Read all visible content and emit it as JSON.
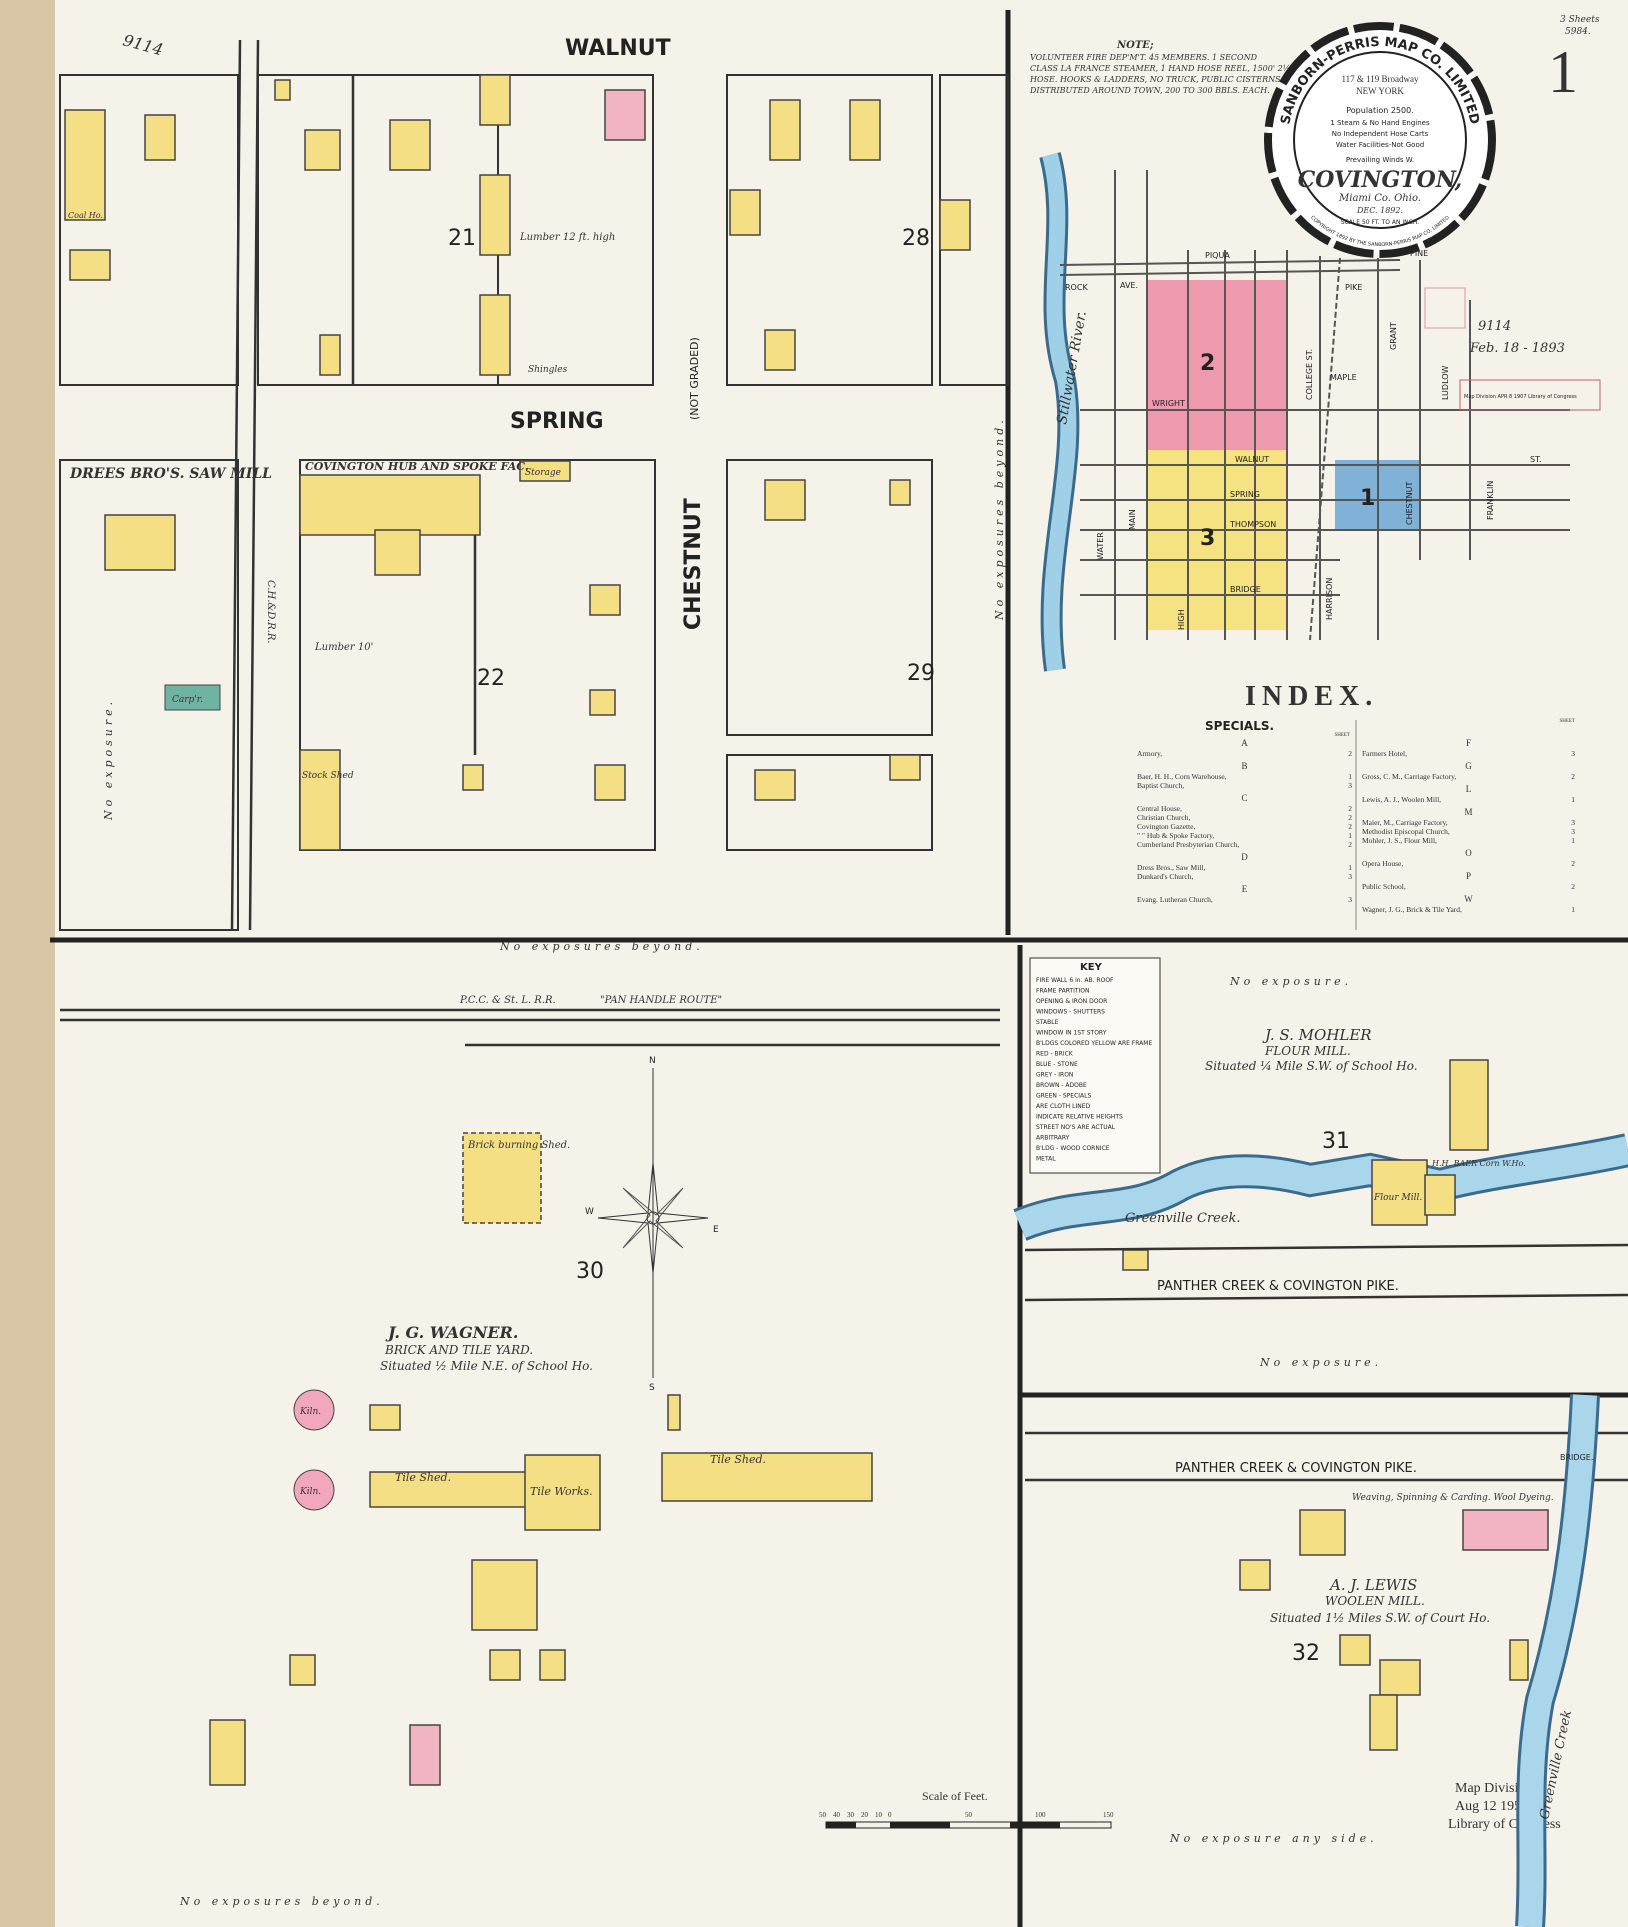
{
  "sheet": {
    "number": "1",
    "sheets_note": "3 Sheets",
    "sheet_code": "5984.",
    "handwritten_id": "9114"
  },
  "title": {
    "publisher_ring": "SANBORN-PERRIS MAP CO. LIMITED",
    "address": "117 & 119 Broadway",
    "city": "NEW YORK",
    "population": "Population 2500.",
    "engines": "1 Steam & No Hand Engines",
    "hose": "No Independent Hose Carts",
    "water": "Water Facilities-Not Good",
    "winds": "Prevailing Winds W.",
    "town": "COVINGTON,",
    "county": "Miami Co. Ohio.",
    "date": "DEC. 1892.",
    "scale": "SCALE 50 FT. TO AN INCH.",
    "copyright": "COPYRIGHT 1892 BY THE SANBORN-PERRIS MAP CO. LIMITED"
  },
  "note": {
    "heading": "NOTE;",
    "lines": [
      "VOLUNTEER FIRE DEP'M'T. 45 MEMBERS. 1 SECOND",
      "CLASS LA FRANCE STEAMER, 1 HAND HOSE REEL, 1500' 2½\"",
      "HOSE. HOOKS & LADDERS, NO TRUCK, PUBLIC CISTERNS",
      "DISTRIBUTED AROUND TOWN, 200 TO 300 BBLS. EACH."
    ]
  },
  "streets": {
    "walnut": "WALNUT",
    "spring": "SPRING",
    "chestnut": "CHESTNUT",
    "not_graded": "(NOT GRADED)",
    "railroad": "C.H.&D.R.R.",
    "pcc_rr": "P.C.C. & St. L. R.R.",
    "pan_handle": "\"PAN HANDLE ROUTE\"",
    "panther1": "PANTHER CREEK & COVINGTON PIKE.",
    "panther2": "PANTHER CREEK & COVINGTON PIKE.",
    "creek": "Greenville Creek.",
    "creek2": "Greenville Creek",
    "bridge": "BRIDGE."
  },
  "blocks": [
    "21",
    "28",
    "22",
    "29",
    "30",
    "31",
    "32"
  ],
  "places": {
    "drees": "DREES BRO'S. SAW MILL",
    "hub": "COVINGTON HUB AND SPOKE FAC.",
    "lumber1": "Lumber 12 ft. high",
    "lumber2": "Lumber 10'",
    "shingles": "Shingles",
    "stock_shed": "Stock Shed",
    "storage": "Storage",
    "coal": "Coal Ho.",
    "carp": "Carp'r.",
    "brick_shed": "Brick burning Shed.",
    "wagner_name": "J. G. WAGNER.",
    "wagner_desc": "BRICK AND TILE YARD.",
    "wagner_loc": "Situated ½ Mile N.E. of School Ho.",
    "tile_shed": "Tile Shed.",
    "tile_shed2": "Tile Shed.",
    "tile_works": "Tile Works.",
    "kiln": "Kiln.",
    "mohler_name": "J. S. MOHLER",
    "mohler_desc": "FLOUR MILL.",
    "mohler_loc": "Situated ¼ Mile S.W. of School Ho.",
    "flour_mill": "Flour Mill.",
    "baer": "H.H. BAER Corn W.Ho.",
    "lewis_name": "A. J. LEWIS",
    "lewis_desc": "WOOLEN MILL.",
    "lewis_loc": "Situated 1½ Miles S.W. of Court Ho.",
    "weaving": "Weaving, Spinning & Carding. Wool Dyeing."
  },
  "exposure": {
    "no_exposure": "No exposure.",
    "no_exposures_beyond": "No exposures beyond.",
    "no_exposure_any": "No exposure any side."
  },
  "keymap": {
    "sections": [
      "1",
      "2",
      "3"
    ],
    "river": "Stillwater River.",
    "streets": [
      "ROCK",
      "AVE.",
      "PIQUA",
      "PIKE",
      "WRIGHT",
      "ST.",
      "MAPLE",
      "WALNUT",
      "SPRING",
      "THOMPSON",
      "BRIDGE",
      "HIGH",
      "MAIN",
      "WATER",
      "COLLEGE ST.",
      "GRANT",
      "LUDLOW",
      "HARRISON",
      "CHESTNUT",
      "FRANKLIN",
      "PINE"
    ],
    "colors": {
      "1": "#7fb2d6",
      "2": "#ee8fa8",
      "3": "#f3e27a"
    }
  },
  "index": {
    "title": "INDEX.",
    "specials": "SPECIALS.",
    "sheet_hdr": "SHEET",
    "left": [
      {
        "letter": "A",
        "items": [
          [
            "Armory,",
            "2"
          ]
        ]
      },
      {
        "letter": "B",
        "items": [
          [
            "Baer, H. H., Corn Warehouse,",
            "1"
          ],
          [
            "Baptist Church,",
            "3"
          ]
        ]
      },
      {
        "letter": "C",
        "items": [
          [
            "Central House,",
            "2"
          ],
          [
            "Christian Church,",
            "2"
          ],
          [
            "Covington Gazette,",
            "2"
          ],
          [
            "\"  \"  Hub & Spoke Factory,",
            "1"
          ],
          [
            "Cumberland Presbyterian Church,",
            "2"
          ]
        ]
      },
      {
        "letter": "D",
        "items": [
          [
            "Dress Bros., Saw Mill,",
            "1"
          ],
          [
            "Dunkard's Church,",
            "3"
          ]
        ]
      },
      {
        "letter": "E",
        "items": [
          [
            "Evang. Lutheran Church,",
            "3"
          ]
        ]
      }
    ],
    "right": [
      {
        "letter": "F",
        "items": [
          [
            "Farmers Hotel,",
            "3"
          ]
        ]
      },
      {
        "letter": "G",
        "items": [
          [
            "Gross, C. M., Carriage Factory,",
            "2"
          ]
        ]
      },
      {
        "letter": "L",
        "items": [
          [
            "Lewis, A. J., Woolen Mill,",
            "1"
          ]
        ]
      },
      {
        "letter": "M",
        "items": [
          [
            "Maier, M., Carriage Factory,",
            "3"
          ],
          [
            "Methodist Episcopal Church,",
            "3"
          ],
          [
            "Mohler, J. S., Flour Mill,",
            "1"
          ]
        ]
      },
      {
        "letter": "O",
        "items": [
          [
            "Opera House,",
            "2"
          ]
        ]
      },
      {
        "letter": "P",
        "items": [
          [
            "Public School,",
            "2"
          ]
        ]
      },
      {
        "letter": "W",
        "items": [
          [
            "Wagner, J. G., Brick & Tile Yard,",
            "1"
          ]
        ]
      }
    ]
  },
  "key": {
    "title": "KEY",
    "rows": [
      "FIRE WALL 6 in. AB. ROOF",
      "FRAME PARTITION",
      "OPENING & IRON DOOR",
      "WINDOWS - SHUTTERS",
      "STABLE",
      "WINDOW IN 1ST STORY",
      "B'LDGS COLORED YELLOW ARE FRAME",
      "RED - BRICK",
      "BLUE - STONE",
      "GREY - IRON",
      "BROWN - ADOBE",
      "GREEN - SPECIALS",
      "ARE CLOTH LINED",
      "INDICATE RELATIVE HEIGHTS",
      "STREET NO'S ARE ACTUAL",
      "ARBITRARY",
      "B'LDG - WOOD CORNICE",
      "METAL"
    ]
  },
  "scale": {
    "title": "Scale of Feet.",
    "ticks": [
      "50",
      "40",
      "30",
      "20",
      "10",
      "0",
      "50",
      "100",
      "150"
    ]
  },
  "stamps": {
    "received": "9114",
    "received_date": "Feb. 18 - 1893",
    "lc1": "Map Division APR 8 1907 Library of Congress",
    "lc2_lines": [
      "Map Division",
      "Aug 12 1958",
      "Library of Congress"
    ]
  },
  "compass": {
    "n": "N",
    "s": "S",
    "e": "E",
    "w": "W"
  }
}
